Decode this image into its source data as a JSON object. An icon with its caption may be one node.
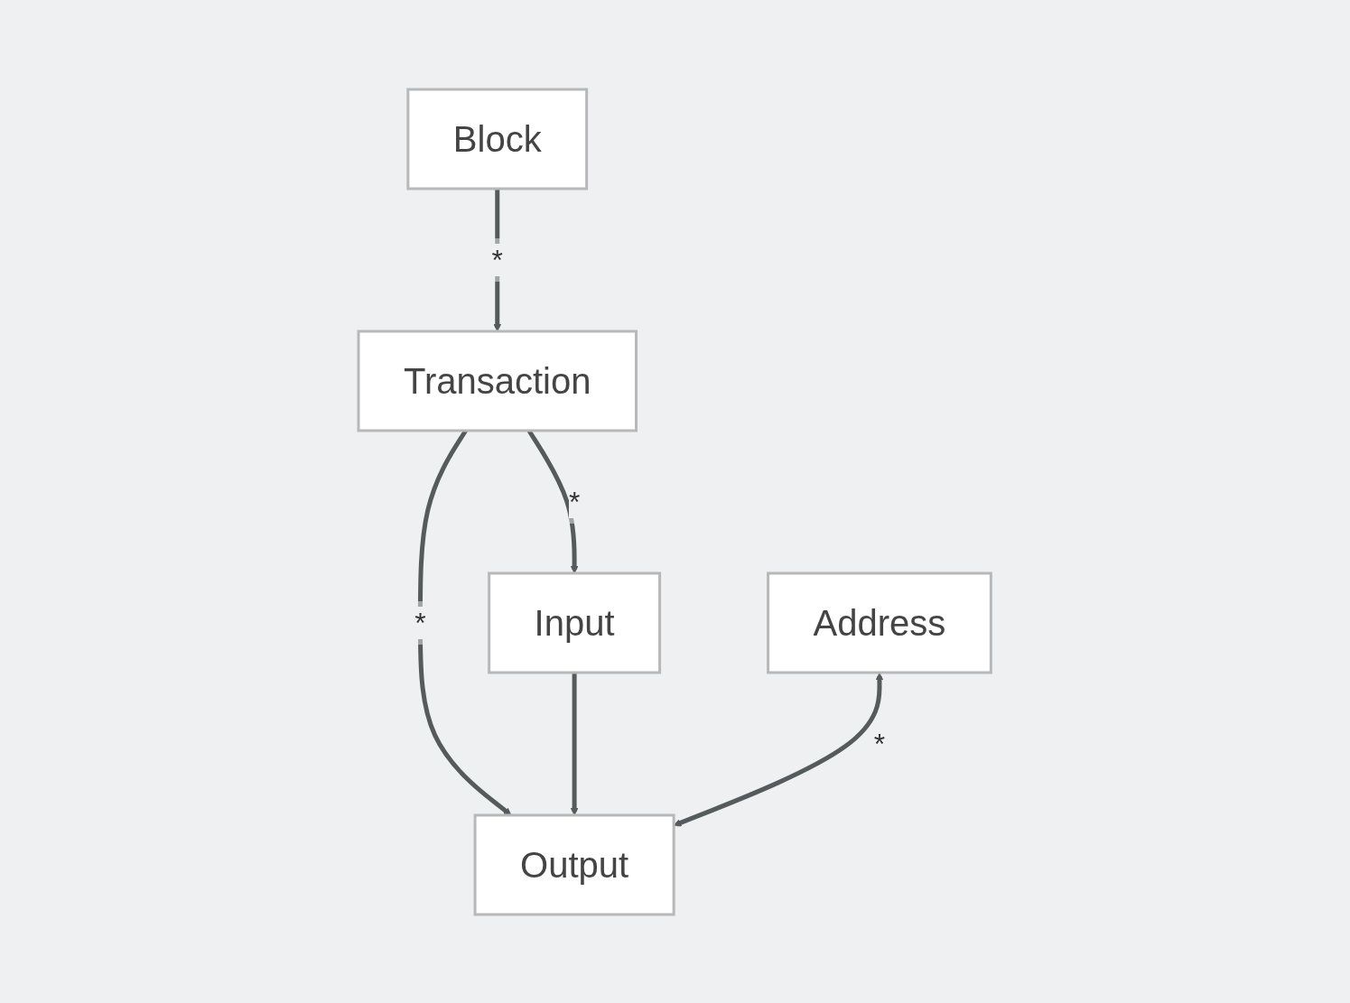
{
  "diagram": {
    "nodes": [
      {
        "text": [
          "Block"
        ]
      },
      {
        "text": [
          "Transaction"
        ]
      },
      {
        "text": [
          "Input"
        ]
      },
      {
        "text": [
          "Output"
        ]
      },
      {
        "text": [
          "Address"
        ]
      }
    ],
    "edges": [
      {
        "from": 0,
        "to": 1,
        "arrow": "to",
        "label": "*"
      },
      {
        "from": 1,
        "to": 2,
        "arrow": "to",
        "label": "*"
      },
      {
        "from": 1,
        "to": 3,
        "arrow": "to",
        "label": "*"
      },
      {
        "from": 2,
        "to": 3,
        "arrow": "to"
      },
      {
        "from": 4,
        "to": 3,
        "arrow": "both",
        "label": "*"
      }
    ]
  }
}
